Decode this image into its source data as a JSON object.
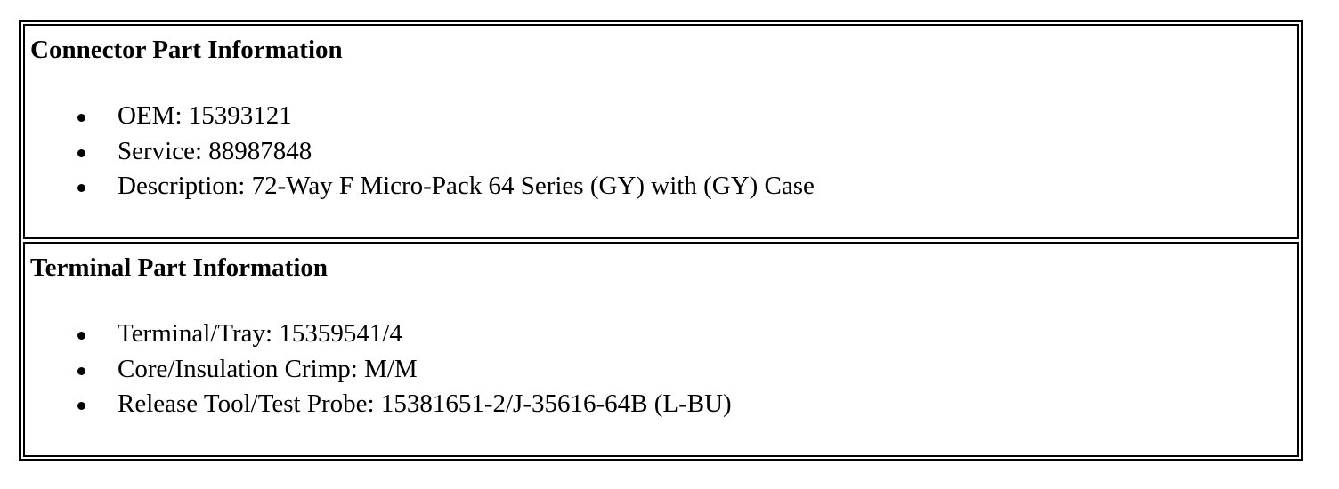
{
  "sections": [
    {
      "heading": "Connector Part Information",
      "items": [
        "OEM: 15393121",
        "Service: 88987848",
        "Description: 72-Way F Micro-Pack 64 Series (GY) with (GY) Case"
      ]
    },
    {
      "heading": "Terminal Part Information",
      "items": [
        "Terminal/Tray: 15359541/4",
        "Core/Insulation Crimp: M/M",
        "Release Tool/Test Probe: 15381651-2/J-35616-64B (L-BU)"
      ]
    }
  ]
}
